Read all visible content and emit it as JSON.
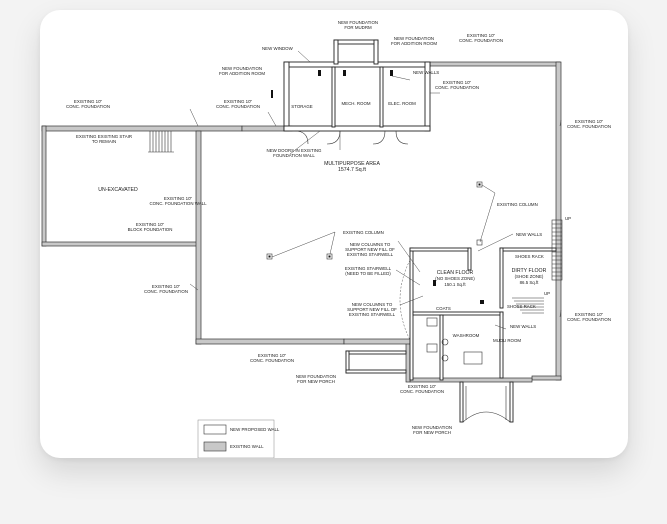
{
  "labels": {
    "new_foundation_mudroom": [
      "NEW FOUNDATION",
      "FOR MUDRM"
    ],
    "new_foundation_addition": [
      "NEW FOUNDATION",
      "FOR ADDITION ROOM"
    ],
    "existing_top_right": [
      "EXISTING 10\"",
      "CONC. FOUNDATION"
    ],
    "new_window": "NEW WINDOW",
    "new_foundation_addition_left": [
      "NEW FOUNDATION",
      "FOR ADDITION ROOM"
    ],
    "existing_top_mid": [
      "EXISTING 10\"",
      "CONC. FOUNDATION"
    ],
    "new_walls_top": "NEW WALLS",
    "existing_right_of_rooms": [
      "EXISTING 10\"",
      "CONC. FOUNDATION"
    ],
    "existing_top_left": [
      "EXISTING 10\"",
      "CONC. FOUNDATION"
    ],
    "existing_stair": [
      "EXISTING EXISTING STAIR",
      "TO REMAIN"
    ],
    "storage": "STORAGE",
    "mech_room": "MECH. ROOM",
    "elec_room": "ELEC. ROOM",
    "existing_far_right": [
      "EXISTING 10\"",
      "CONC. FOUNDATION"
    ],
    "new_doors": [
      "NEW DOORS IN EXISTING",
      "FOUNDATION WALL"
    ],
    "multipurpose_area": [
      "MULTIPURPOSE AREA",
      "1574.7 Sq.ft"
    ],
    "un_excavated": "UN-EXCAVATED",
    "existing_foundation_wall": [
      "EXISTING 10\"",
      "CONC. FOUNDATION WALL"
    ],
    "existing_block": [
      "EXISTING 10\"",
      "BLOCK FOUNDATION"
    ],
    "existing_column_right": "EXISTING COLUMN",
    "existing_column_mid": "EXISTING COLUMN",
    "new_walls_mid": "NEW WALLS",
    "new_columns_top": [
      "NEW COLUMNS TO",
      "SUPPORT NEW FILL OF",
      "EXISTING STAIRWELL"
    ],
    "shoes_rack_top": "SHOES RACK",
    "up_right": "UP",
    "existing_stairwell": [
      "EXISTING STAIRWELL",
      "(NEED TO BE FILLED)"
    ],
    "clean_floor": [
      "CLEAN FLOOR",
      "(NO SHOES ZONE)",
      "150.1 Sq.ft"
    ],
    "dirty_floor": [
      "DIRTY FLOOR",
      "(SHOE ZONE)",
      "86.5 Sq.ft"
    ],
    "up_lower": "UP",
    "existing_left_lower": [
      "EXISTING 10\"",
      "CONC. FOUNDATION"
    ],
    "coats": "COATS",
    "shoes_rack_lower": "SHOES RACK",
    "existing_right_lower": [
      "EXISTING 10\"",
      "CONC. FOUNDATION"
    ],
    "new_columns_lower": [
      "NEW COLUMNS TO",
      "SUPPORT NEW FILL OF",
      "EXISTING STAIRWELL"
    ],
    "new_walls_lower": "NEW WALLS",
    "washroom": "WASHROOM",
    "mudu_room": "MUDU ROOM",
    "existing_bottom_mid": [
      "EXISTING 10\"",
      "CONC. FOUNDATION"
    ],
    "new_foundation_porch_left": [
      "NEW FOUNDATION",
      "FOR NEW PORCH"
    ],
    "existing_bottom_right": [
      "EXISTING 10\"",
      "CONC. FOUNDATION"
    ],
    "new_foundation_porch_right": [
      "NEW FOUNDATION",
      "FOR NEW PORCH"
    ]
  },
  "legend": {
    "new_wall": "NEW PROPOSED WALL",
    "existing_wall": "EXISTING WALL"
  }
}
